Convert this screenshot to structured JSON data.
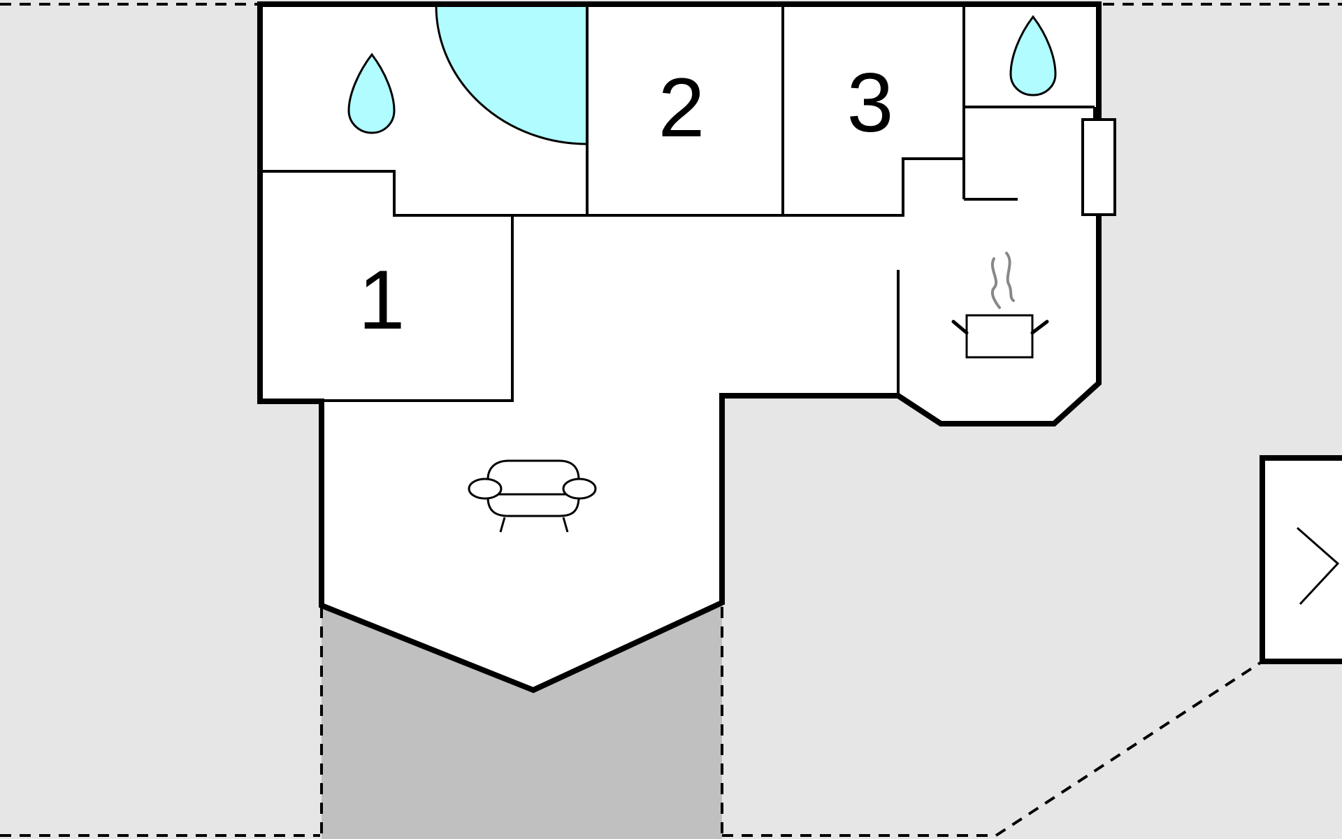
{
  "floor_plan": {
    "rooms": [
      {
        "number": "1"
      },
      {
        "number": "2"
      },
      {
        "number": "3"
      }
    ],
    "icons": {
      "bathroom_main": "water-drop-icon",
      "bathroom_small": "water-drop-icon",
      "kitchen": "cooking-pot-icon",
      "living_room": "sofa-icon",
      "entrance": "door-arrow-icon"
    },
    "colors": {
      "background": "#e6e6e6",
      "floor": "#ffffff",
      "terrace": "#c0c0c0",
      "water": "#b0fcff",
      "wall": "#000000",
      "steam": "#888888"
    }
  }
}
